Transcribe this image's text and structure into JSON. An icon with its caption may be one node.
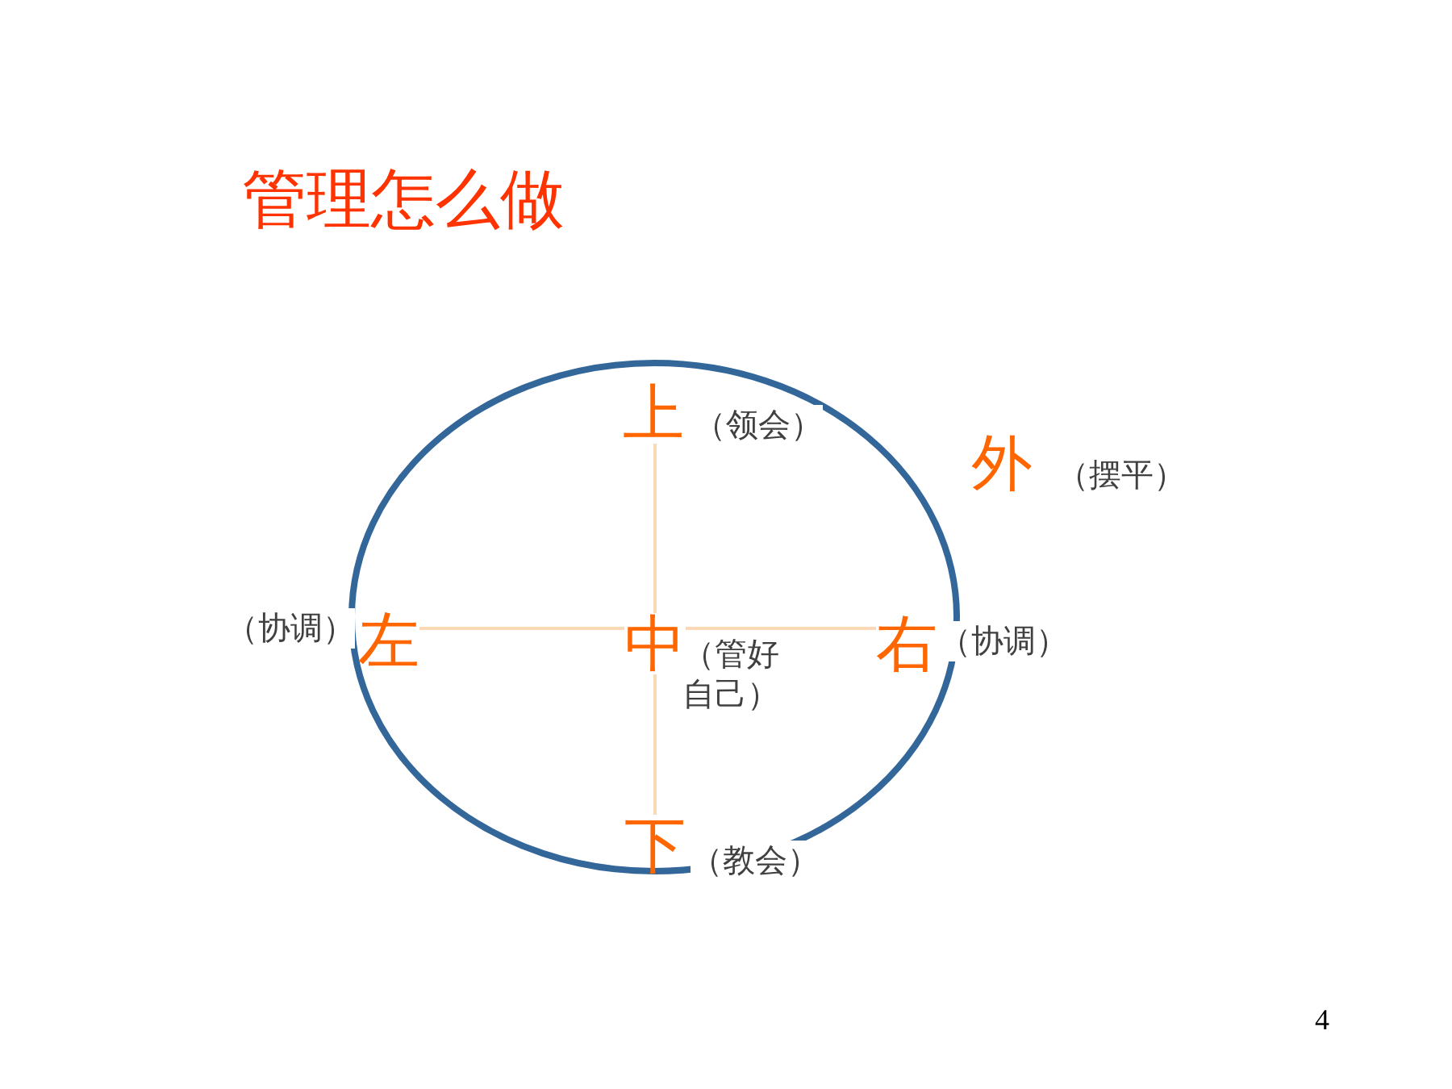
{
  "diagram": {
    "title": "管理怎么做",
    "nodes": [
      {
        "text": [],
        "shape": "ellipse"
      },
      {
        "text": [
          "上"
        ],
        "beside": [
          "（领会）"
        ],
        "in": 0
      },
      {
        "text": [
          "外"
        ],
        "beside": [
          "（摆平）"
        ]
      },
      {
        "text": [
          "左"
        ],
        "beside": [
          "（协调）"
        ],
        "in": 0
      },
      {
        "text": [
          "中"
        ],
        "beside": [
          "（管好自己）"
        ],
        "in": 0
      },
      {
        "text": [
          "右"
        ],
        "beside": [
          "（协调）"
        ],
        "in": 0
      },
      {
        "text": [
          "下"
        ],
        "beside": [
          "（教会）"
        ],
        "in": 0
      }
    ],
    "edges": [
      {
        "from": 4,
        "to": 1,
        "arrow": "none"
      },
      {
        "from": 4,
        "to": 3,
        "arrow": "none"
      },
      {
        "from": 4,
        "to": 5,
        "arrow": "none"
      },
      {
        "from": 4,
        "to": 6,
        "arrow": "none"
      }
    ],
    "labels": [
      "4"
    ]
  }
}
